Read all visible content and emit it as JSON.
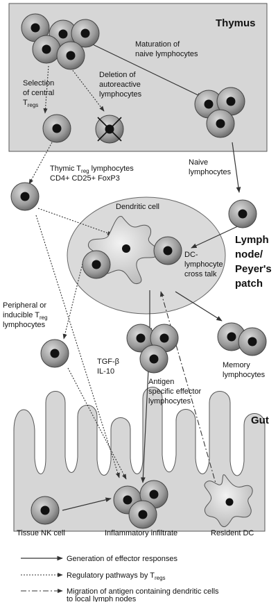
{
  "regions": {
    "thymus": "Thymus",
    "lymph_node_1": "Lymph",
    "lymph_node_2": "node/",
    "lymph_node_3": "Peyer's",
    "lymph_node_4": "patch",
    "gut": "Gut"
  },
  "labels": {
    "maturation_1": "Maturation of",
    "maturation_2": "naive lymphocytes",
    "selection_1": "Selection",
    "selection_2": "of central",
    "selection_3_main": "T",
    "selection_3_sub": "regs",
    "deletion_1": "Deletion of",
    "deletion_2": "autoreactive",
    "deletion_3": "lymphocytes",
    "thymic_1_main": "Thymic T",
    "thymic_1_sub": "reg",
    "thymic_1_rest": " lymphocytes",
    "thymic_2": "CD4+ CD25+ FoxP3",
    "naive_1": "Naive",
    "naive_2": "lymphocytes",
    "dendritic": "Dendritic cell",
    "dc_1": "DC-",
    "dc_2": "lymphocyte",
    "dc_3": "cross talk",
    "peripheral_1": "Peripheral or",
    "peripheral_2_main": "inducible T",
    "peripheral_2_sub": "reg",
    "peripheral_3": "lymphocytes",
    "tgf": "TGF-β",
    "il10": "IL-10",
    "memory_1": "Memory",
    "memory_2": "lymphocytes",
    "antigen_1": "Antigen",
    "antigen_2": "specific effector",
    "antigen_3": "lymphocytes",
    "tissue_nk": "Tissue NK cell",
    "inflammatory": "Inflammatory infiltrate",
    "resident_dc": "Resident DC"
  },
  "legend": {
    "solid": "Generation of effector responses",
    "dotted_main": "Regulatory pathways by T",
    "dotted_sub": "regs",
    "dashed_1": "Migration of antigen containing dendritic cells",
    "dashed_2": "to local lymph nodes"
  }
}
